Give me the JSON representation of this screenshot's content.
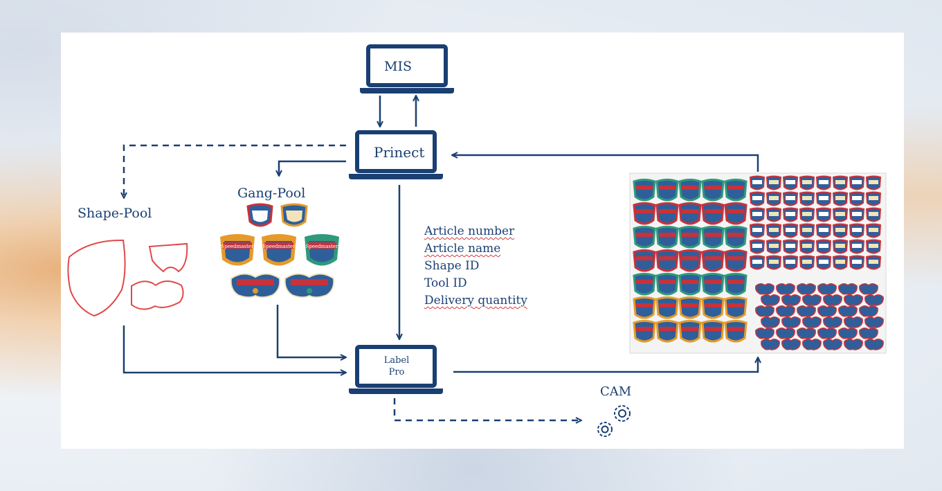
{
  "nodes": {
    "mis": "MIS",
    "prinect": "Prinect",
    "label_pro_line1": "Label",
    "label_pro_line2": "Pro",
    "cam": "CAM",
    "shape_pool": "Shape-Pool",
    "gang_pool": "Gang-Pool"
  },
  "job_info": [
    "Article number",
    "Article name",
    "Shape ID",
    "Tool ID",
    "Delivery quantity"
  ],
  "badges": {
    "brand_text": "Speedmaster"
  },
  "colors": {
    "primary": "#1a3f72",
    "shape_outline": "#e04848",
    "badge_blue": "#2f5f9a",
    "badge_red": "#c8323a",
    "badge_orange": "#e59a2a",
    "badge_green": "#2f9a7a",
    "badge_cream": "#f2e3b8"
  },
  "icons": [
    "laptop-icon",
    "gears-icon"
  ]
}
